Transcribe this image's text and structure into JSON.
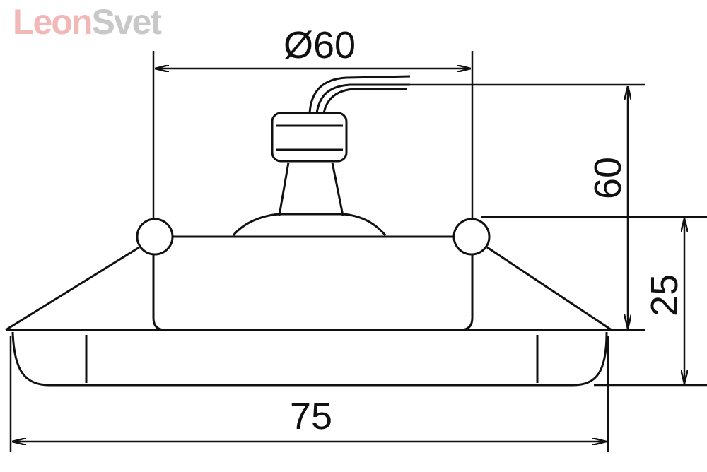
{
  "logo": {
    "part1": "Leon",
    "part2": "Svet"
  },
  "dimensions": {
    "diameter_label": "Ø60",
    "height_total_label": "60",
    "height_lower_label": "25",
    "width_label": "75"
  },
  "colors": {
    "line": "#111111",
    "logo_red": "#f2b8b8",
    "logo_gray": "#c8c8c8"
  }
}
